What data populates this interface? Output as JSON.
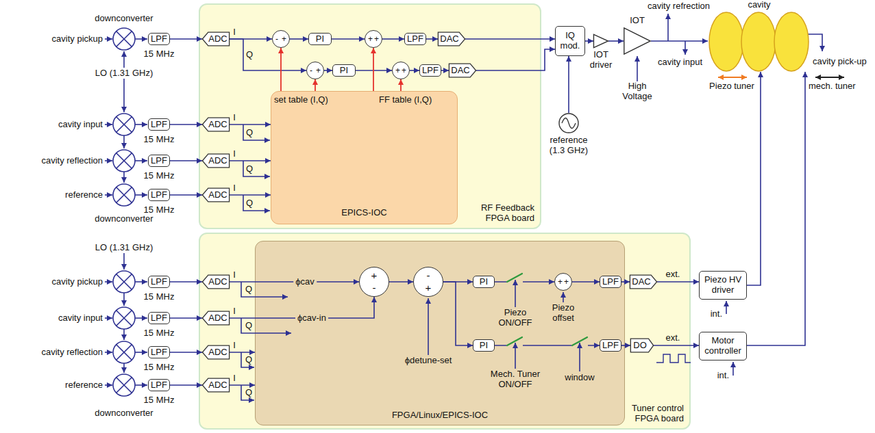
{
  "diagram": {
    "nodes": [
      {
        "text": [
          "RF Feedback FPGA board"
        ]
      },
      {
        "text": [
          "EPICS-IOC"
        ],
        "in": 0
      },
      {
        "text": [
          "ADC"
        ],
        "in": 0
      },
      {
        "text": [
          "-",
          "+"
        ],
        "in": 0
      },
      {
        "text": [
          "PI"
        ],
        "in": 0
      },
      {
        "text": [
          "+",
          "+"
        ],
        "in": 0
      },
      {
        "text": [
          "LPF"
        ],
        "in": 0
      },
      {
        "text": [
          "DAC"
        ],
        "in": 0
      },
      {
        "text": [
          "-",
          "+"
        ],
        "in": 0
      },
      {
        "text": [
          "PI"
        ],
        "in": 0
      },
      {
        "text": [
          "+",
          "+"
        ],
        "in": 0
      },
      {
        "text": [
          "LPF"
        ],
        "in": 0
      },
      {
        "text": [
          "DAC"
        ],
        "in": 0
      },
      {
        "text": [
          "ADC"
        ],
        "in": 0
      },
      {
        "text": [
          "ADC"
        ],
        "in": 0
      },
      {
        "text": [
          "ADC"
        ],
        "in": 0
      },
      {
        "text": [
          "LPF"
        ]
      },
      {
        "text": [
          "LPF"
        ]
      },
      {
        "text": [
          "LPF"
        ]
      },
      {
        "text": [
          "LPF"
        ]
      },
      {
        "text": [
          "IQ mod."
        ]
      },
      {
        "text": [
          "IOT driver"
        ]
      },
      {
        "text": [
          "IOT"
        ]
      },
      {
        "text": [
          "cavity"
        ]
      },
      {
        "text": [
          "reference (1.3 GHz)"
        ]
      },
      {
        "text": [
          "Tuner control FPGA board"
        ]
      },
      {
        "text": [
          "FPGA/Linux/EPICS-IOC"
        ],
        "in": 25
      },
      {
        "text": [
          "ADC"
        ],
        "in": 25
      },
      {
        "text": [
          "ADC"
        ],
        "in": 25
      },
      {
        "text": [
          "ADC"
        ],
        "in": 25
      },
      {
        "text": [
          "ADC"
        ],
        "in": 25
      },
      {
        "text": [
          "+",
          "-"
        ],
        "in": 26
      },
      {
        "text": [
          "-",
          "+"
        ],
        "in": 26
      },
      {
        "text": [
          "PI"
        ],
        "in": 26
      },
      {
        "text": [
          "PI"
        ],
        "in": 26
      },
      {
        "text": [
          "+",
          "+"
        ],
        "in": 26
      },
      {
        "text": [
          "LPF"
        ],
        "in": 26
      },
      {
        "text": [
          "LPF"
        ],
        "in": 26
      },
      {
        "text": [
          "DAC"
        ],
        "in": 25
      },
      {
        "text": [
          "DO"
        ],
        "in": 25
      },
      {
        "text": [
          "LPF"
        ]
      },
      {
        "text": [
          "LPF"
        ]
      },
      {
        "text": [
          "LPF"
        ]
      },
      {
        "text": [
          "LPF"
        ]
      },
      {
        "text": [
          "Piezo HV driver"
        ]
      },
      {
        "text": [
          "Motor controller"
        ]
      }
    ],
    "edges": [
      {
        "from": 16,
        "to": 2,
        "arrow": "to"
      },
      {
        "from": 17,
        "to": 13,
        "arrow": "to"
      },
      {
        "from": 18,
        "to": 14,
        "arrow": "to"
      },
      {
        "from": 19,
        "to": 15,
        "arrow": "to"
      },
      {
        "from": 2,
        "to": 3,
        "arrow": "to"
      },
      {
        "from": 2,
        "to": 8,
        "arrow": "to"
      },
      {
        "from": 3,
        "to": 4,
        "arrow": "to"
      },
      {
        "from": 4,
        "to": 5,
        "arrow": "to"
      },
      {
        "from": 5,
        "to": 6,
        "arrow": "to"
      },
      {
        "from": 6,
        "to": 7,
        "arrow": "to"
      },
      {
        "from": 7,
        "to": 20,
        "arrow": "to"
      },
      {
        "from": 8,
        "to": 9,
        "arrow": "to"
      },
      {
        "from": 9,
        "to": 10,
        "arrow": "to"
      },
      {
        "from": 10,
        "to": 11,
        "arrow": "to"
      },
      {
        "from": 11,
        "to": 12,
        "arrow": "to"
      },
      {
        "from": 12,
        "to": 20,
        "arrow": "to"
      },
      {
        "from": 13,
        "to": 1,
        "arrow": "to"
      },
      {
        "from": 14,
        "to": 1,
        "arrow": "to"
      },
      {
        "from": 15,
        "to": 1,
        "arrow": "to"
      },
      {
        "from": 1,
        "to": 3,
        "arrow": "to"
      },
      {
        "from": 1,
        "to": 8,
        "arrow": "to"
      },
      {
        "from": 1,
        "to": 5,
        "arrow": "to"
      },
      {
        "from": 1,
        "to": 10,
        "arrow": "to"
      },
      {
        "from": 24,
        "to": 20,
        "arrow": "to"
      },
      {
        "from": 20,
        "to": 21,
        "arrow": "to"
      },
      {
        "from": 21,
        "to": 22,
        "arrow": "to"
      },
      {
        "from": 22,
        "to": 23,
        "arrow": "to"
      },
      {
        "from": 40,
        "to": 27,
        "arrow": "to"
      },
      {
        "from": 41,
        "to": 28,
        "arrow": "to"
      },
      {
        "from": 42,
        "to": 29,
        "arrow": "to"
      },
      {
        "from": 43,
        "to": 30,
        "arrow": "to"
      },
      {
        "from": 27,
        "to": 31,
        "label": "ϕcav",
        "arrow": "to"
      },
      {
        "from": 28,
        "to": 31,
        "label": "ϕcav-in",
        "arrow": "to"
      },
      {
        "from": 29,
        "to": 26,
        "arrow": "to"
      },
      {
        "from": 30,
        "to": 26,
        "arrow": "to"
      },
      {
        "from": 31,
        "to": 32,
        "arrow": "to"
      },
      {
        "from": 32,
        "to": 33,
        "arrow": "to"
      },
      {
        "from": 32,
        "to": 34,
        "arrow": "to"
      },
      {
        "from": 33,
        "to": 35,
        "arrow": "to"
      },
      {
        "from": 35,
        "to": 36,
        "arrow": "to"
      },
      {
        "from": 36,
        "to": 38,
        "arrow": "to"
      },
      {
        "from": 38,
        "to": 44,
        "arrow": "to"
      },
      {
        "from": 34,
        "to": 37,
        "arrow": "to"
      },
      {
        "from": 37,
        "to": 39,
        "arrow": "to"
      },
      {
        "from": 39,
        "to": 45,
        "arrow": "to"
      },
      {
        "from": 44,
        "to": 23,
        "arrow": "to"
      },
      {
        "from": 45,
        "to": 23,
        "arrow": "to"
      }
    ],
    "labels": [
      "cavity pickup",
      "downconverter",
      "15 MHz",
      "I",
      "Q",
      "LO (1.31 GHz)",
      "cavity input",
      "15 MHz",
      "I",
      "Q",
      "cavity reflection",
      "15 MHz",
      "I",
      "Q",
      "reference",
      "15 MHz",
      "I",
      "Q",
      "downconverter",
      "set table (I,Q)",
      "FF table (I,Q)",
      "High Voltage",
      "cavity refrection",
      "cavity input",
      "Piezo tuner",
      "mech. tuner",
      "cavity pick-up",
      "ext.",
      "int.",
      "ext.",
      "int.",
      "LO (1.31 GHz)",
      "cavity pickup",
      "15 MHz",
      "I",
      "Q",
      "cavity input",
      "15 MHz",
      "I",
      "Q",
      "cavity reflection",
      "15 MHz",
      "I",
      "Q",
      "reference",
      "15 MHz",
      "I",
      "Q",
      "downconverter",
      "ϕdetune-set",
      "Piezo ON/OFF",
      "Piezo offset",
      "Mech. Tuner ON/OFF",
      "window"
    ]
  }
}
